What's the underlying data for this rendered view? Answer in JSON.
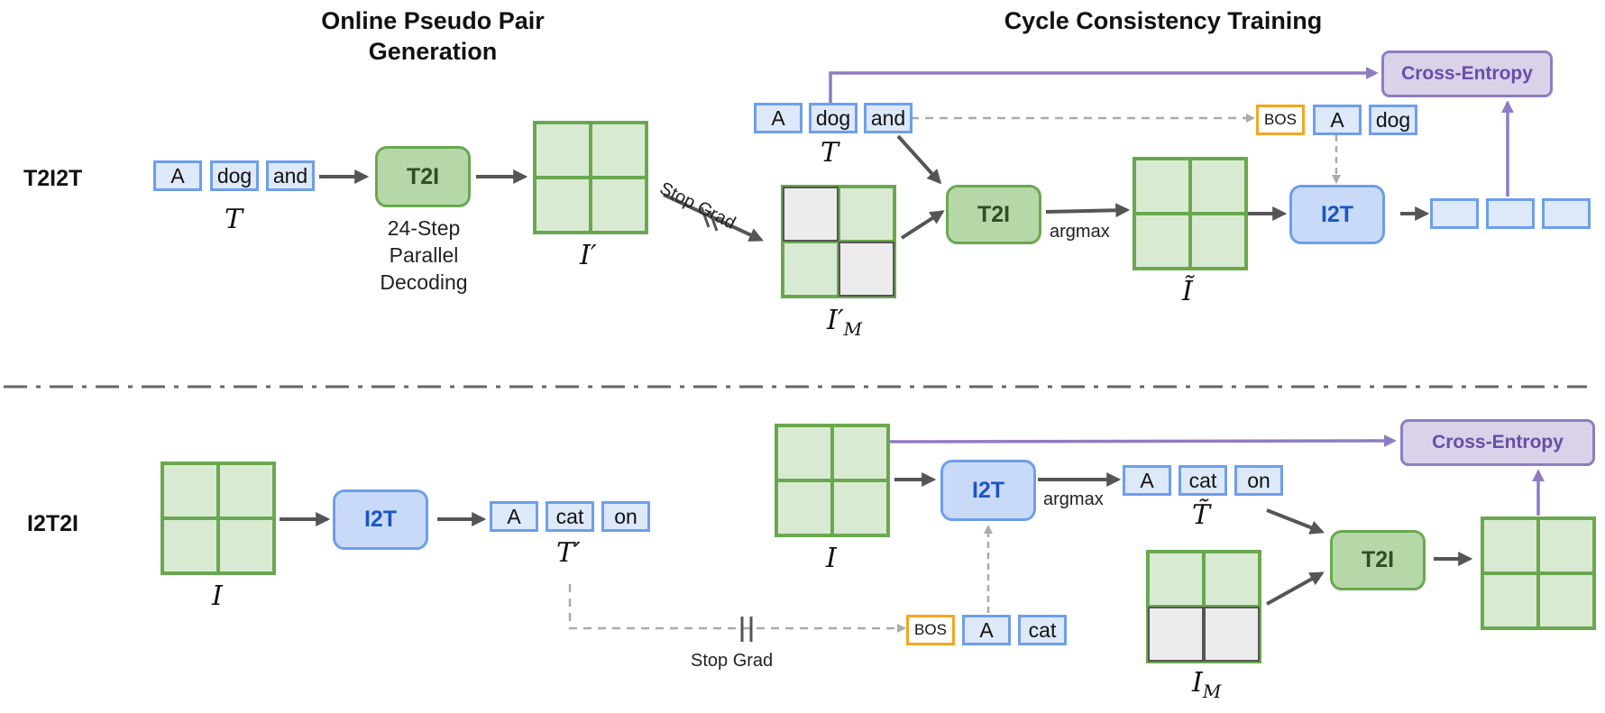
{
  "headers": {
    "left": "Online Pseudo Pair Generation",
    "right": "Cycle Consistency Training"
  },
  "rows": {
    "top": "T2I2T",
    "bottom": "I2T2I"
  },
  "models": {
    "t2i": "T2I",
    "i2t": "I2T"
  },
  "loss": "Cross-Entropy",
  "bos": "BOS",
  "top": {
    "input_tokens": [
      "A",
      "dog",
      "and"
    ],
    "input_var": "T",
    "decode_caption": "24-Step Parallel Decoding",
    "gen_var": "I′",
    "stop_grad": "Stop Grad",
    "masked_var": "I′",
    "masked_sub": "M",
    "cycle_tokens": [
      "A",
      "dog",
      "and"
    ],
    "cycle_var": "T",
    "argmax": "argmax",
    "recon_var": "Ĩ",
    "target_tokens": [
      "A",
      "dog"
    ]
  },
  "bottom": {
    "input_var": "I",
    "gen_tokens": [
      "A",
      "cat",
      "on"
    ],
    "gen_var": "T′",
    "stop_grad": "Stop Grad",
    "bos_tokens": [
      "A",
      "cat"
    ],
    "cycle_var": "I",
    "argmax": "argmax",
    "recon_tokens": [
      "A",
      "cat",
      "on"
    ],
    "recon_var": "T̃",
    "masked_var": "I",
    "masked_sub": "M"
  },
  "colors": {
    "token_border": "#6d9eeb",
    "token_fill": "#dde8f8",
    "bos_border": "#f5a623",
    "t2i_fill": "#b6d7a8",
    "i2t_fill": "#c9daf8",
    "grid_green": "#6aa84f",
    "grid_fill": "#d9ead3",
    "loss_purple": "#8e7cc3",
    "arrow_gray": "#555555"
  }
}
